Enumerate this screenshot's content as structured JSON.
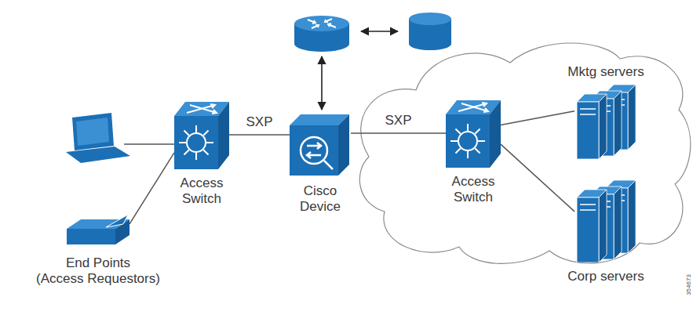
{
  "diagram": {
    "nodes": [
      {
        "text": [
          "Access Switch"
        ]
      },
      {
        "text": [
          "Cisco Device"
        ]
      },
      {
        "text": [
          "Access Switch"
        ]
      },
      {
        "text": [
          "Mktg servers"
        ]
      },
      {
        "text": [
          "End Points",
          "(Access Requestors)"
        ]
      },
      {
        "text": [
          "Corp servers"
        ]
      }
    ],
    "edges": [
      {
        "from": 4,
        "to": 0,
        "arrow": "none"
      },
      {
        "from": 0,
        "to": 1,
        "label": "SXP",
        "arrow": "none"
      },
      {
        "from": 1,
        "to": 2,
        "label": "SXP",
        "arrow": "none"
      },
      {
        "from": 2,
        "to": 3,
        "arrow": "none"
      },
      {
        "from": 2,
        "to": 5,
        "arrow": "none"
      }
    ],
    "labels": [
      "354673"
    ]
  }
}
